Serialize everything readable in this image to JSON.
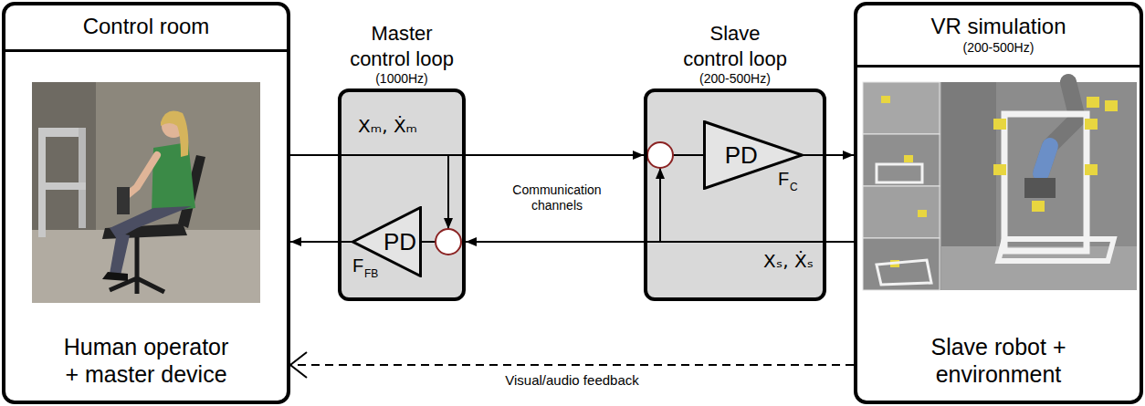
{
  "diagram": {
    "nodes": [
      {
        "text": [
          "Control room",
          "Human operator + master device"
        ]
      },
      {
        "text": [
          "Master control loop",
          "(1000Hz)"
        ]
      },
      {
        "text": [
          "PD"
        ],
        "in": 1
      },
      {
        "text": [
          "Slave control loop",
          "(200-500Hz)"
        ]
      },
      {
        "text": [
          "PD"
        ],
        "in": 3
      },
      {
        "text": [
          "VR simulation",
          "(200-500Hz)",
          "Slave robot + environment"
        ]
      }
    ],
    "edges": [
      {
        "from": 0,
        "to": 3,
        "arrow": "to"
      },
      {
        "from": 4,
        "to": 5,
        "arrow": "to"
      },
      {
        "from": 5,
        "to": 1,
        "arrow": "to"
      },
      {
        "from": 2,
        "to": 0,
        "arrow": "to"
      },
      {
        "from": 5,
        "to": 0,
        "label": "Visual/audio feedback",
        "arrow": "to"
      }
    ],
    "labels": [
      "Xₘ, Ẋₘ",
      "Xₛ, Ẋₛ",
      "F",
      "FB",
      "F",
      "C",
      "Communication channels"
    ]
  }
}
